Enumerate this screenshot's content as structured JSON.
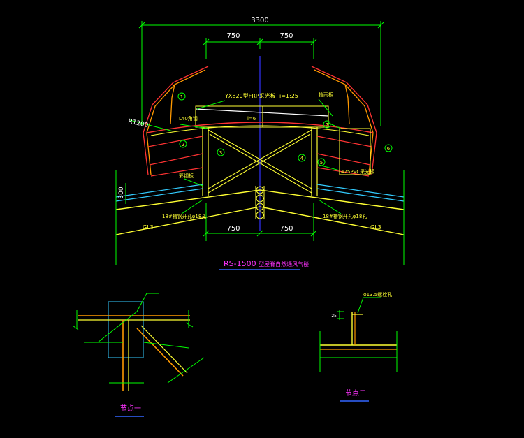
{
  "colors": {
    "background": "#000000",
    "dimension": "#00ff00",
    "structure_yellow": "#ffff33",
    "structure_red": "#ff3333",
    "structure_orange": "#ff9900",
    "roof_cyan": "#33ccff",
    "center_axis": "#3333ff",
    "title_magenta": "#ff33ff",
    "title_underline": "#3366ff",
    "label_white": "#ffffff"
  },
  "main_view": {
    "dim_total": "3300",
    "dim_top_left": "750",
    "dim_top_right": "750",
    "dim_bottom_left": "750",
    "dim_bottom_right": "750",
    "dim_side": "300",
    "radius_label": "R1200",
    "label_panel": "YX820型FRP采光板",
    "label_slope": "i=1:25",
    "label_cover": "挡雨板",
    "label_angle_top": "L40角钢",
    "label_i6": "i=6",
    "label_side_right": "475PVC采光板",
    "label_roof_left": "彩钢板",
    "label_purlin_left": "18#槽钢开孔φ18孔",
    "label_purlin_right": "18#槽钢开孔φ18孔",
    "label_gl_left": "GL3",
    "label_gl_right": "GL3",
    "tag_1": "1",
    "tag_2": "2",
    "tag_3": "3",
    "tag_4": "4",
    "tag_5": "5",
    "tag_6": "6",
    "tag_7": "7",
    "title": "RS-1500",
    "title_suffix": "型屋脊自然通风气楼"
  },
  "detail_one": {
    "title": "节点一"
  },
  "detail_two": {
    "title": "节点二",
    "label_hole": "φ13.5螺栓孔",
    "dim_small": "25"
  }
}
